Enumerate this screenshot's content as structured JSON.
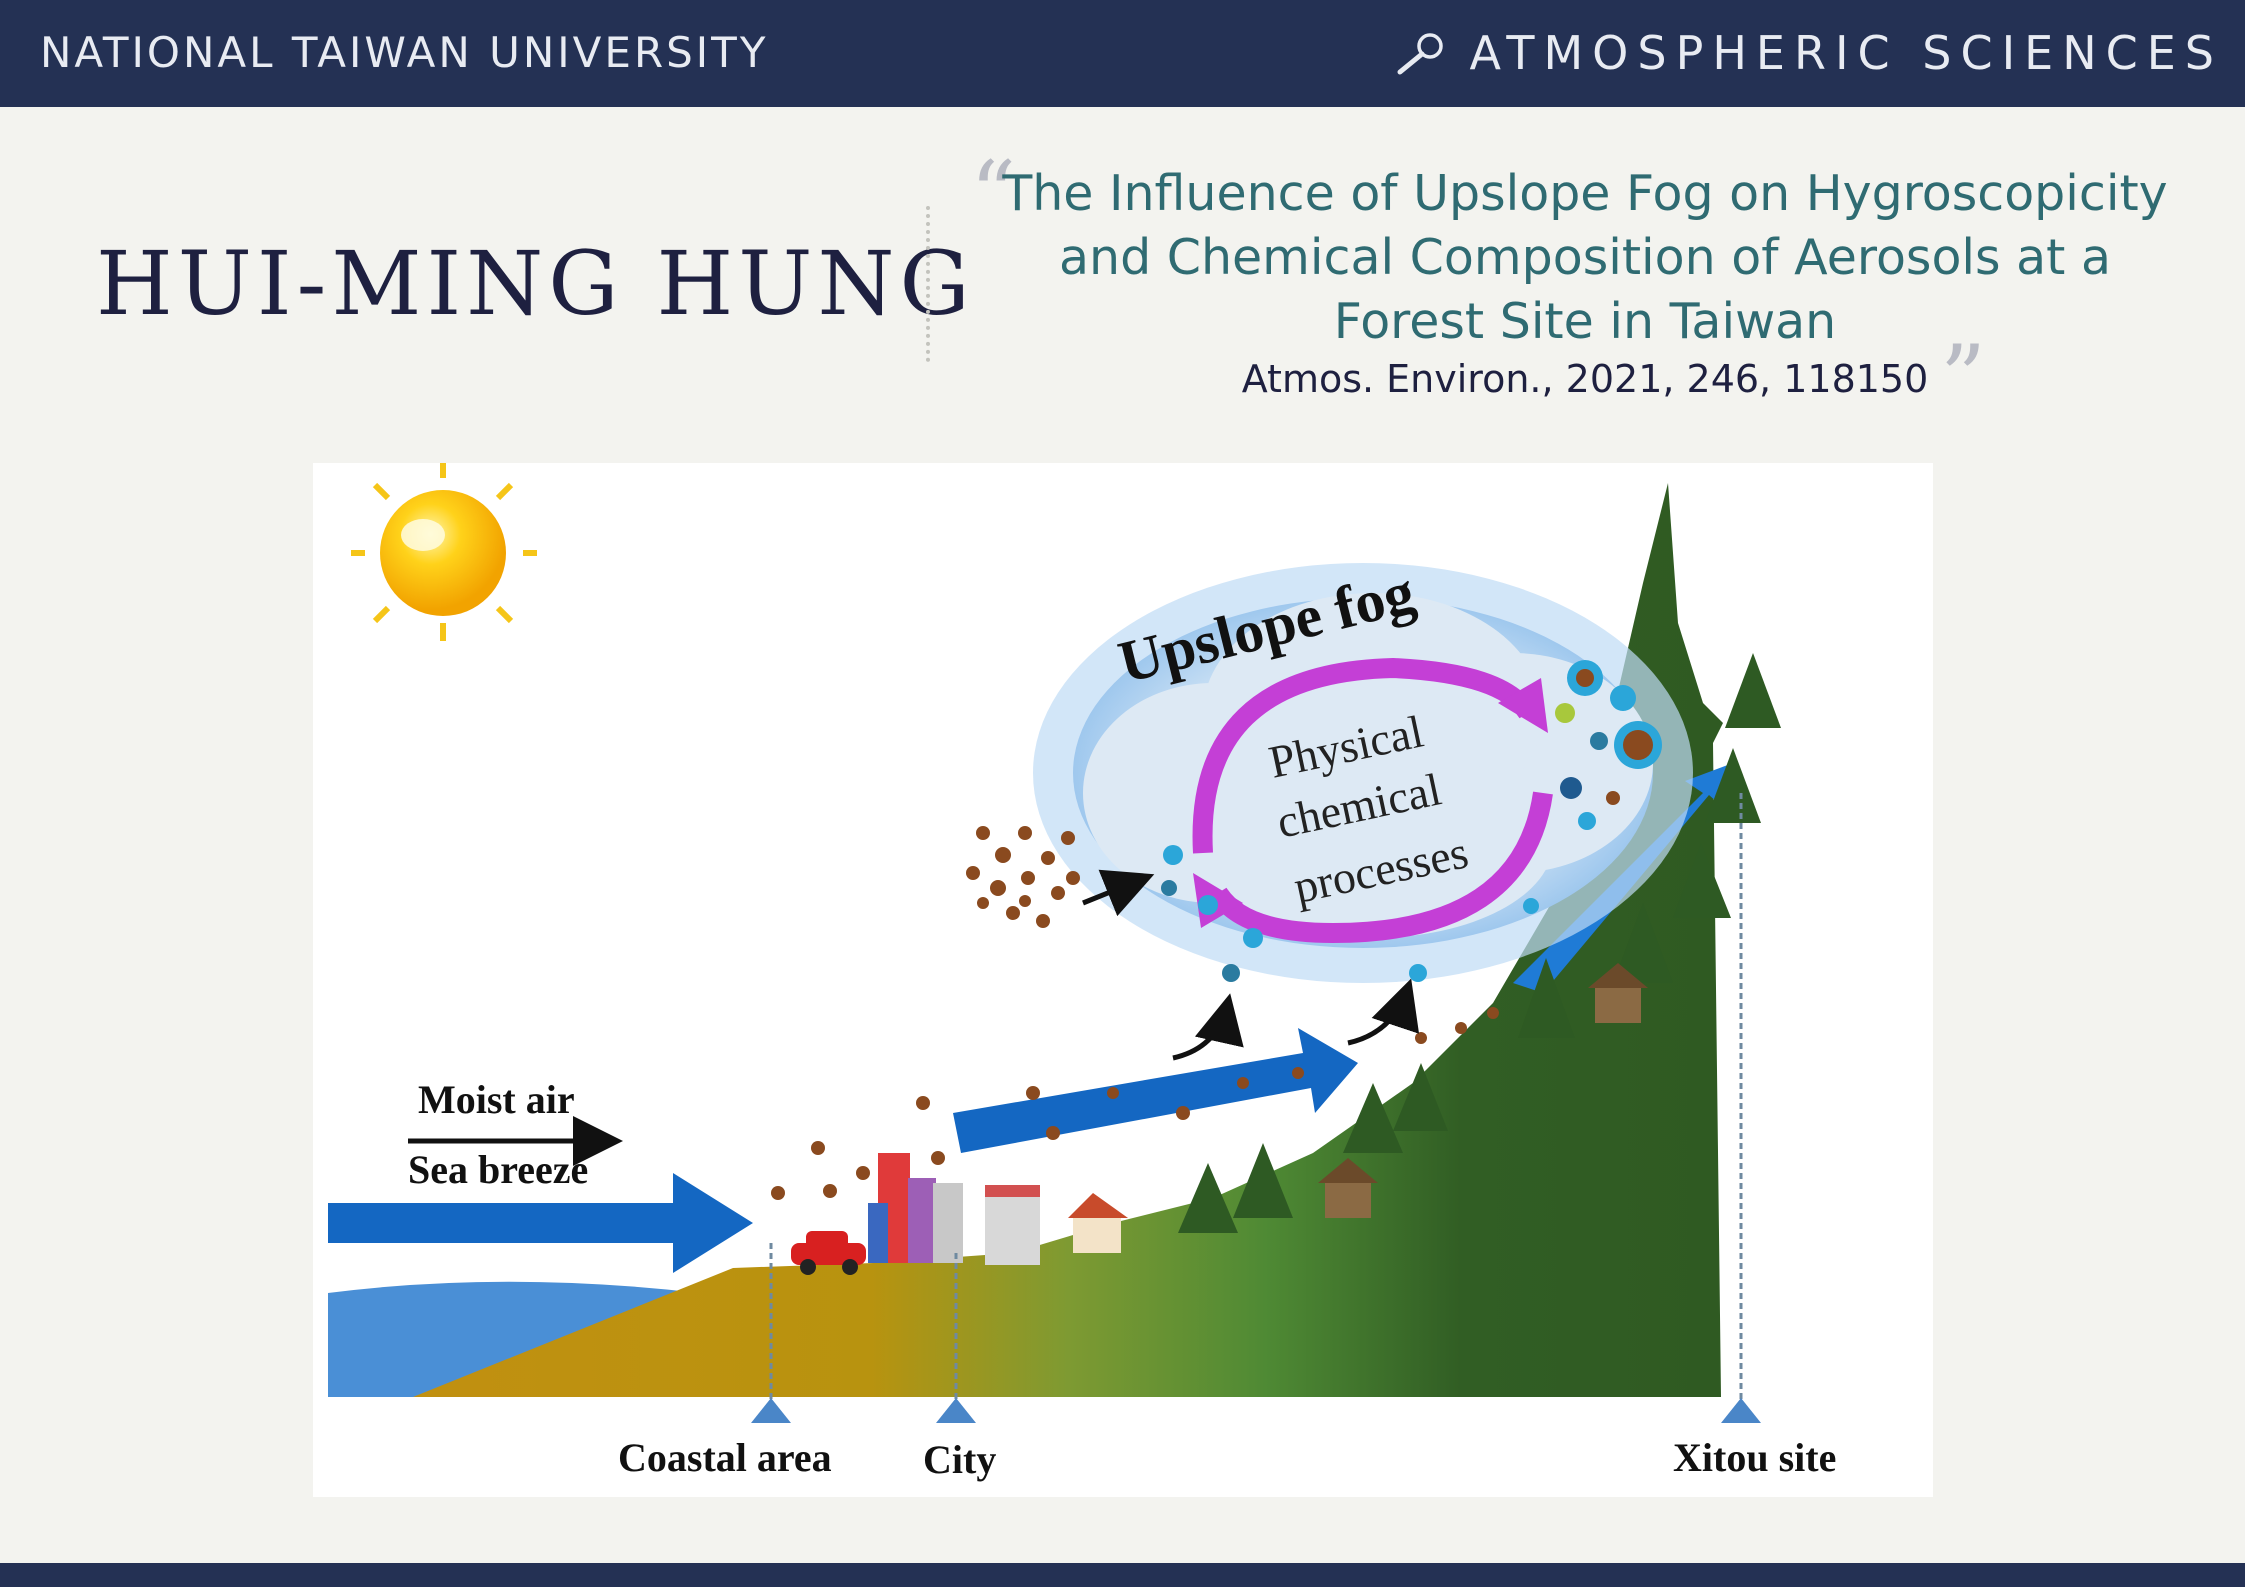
{
  "header": {
    "university": "NATIONAL TAIWAN UNIVERSITY",
    "department": "ATMOSPHERIC SCIENCES",
    "icon": "magnifier-icon"
  },
  "author": "HUI-MING HUNG",
  "paper": {
    "title": "The Influence of Upslope Fog on Hygroscopicity and Chemical Composition of Aerosols at a Forest Site in Taiwan",
    "citation": "Atmos. Environ., 2021, 246, 118150"
  },
  "figure": {
    "cloud_label": "Upslope fog",
    "process_line1": "Physical",
    "process_line2": "chemical",
    "process_line3": "processes",
    "wind_label1": "Moist air",
    "wind_label2": "Sea breeze",
    "site1": "Coastal area",
    "site2": "City",
    "site3": "Xitou site"
  }
}
